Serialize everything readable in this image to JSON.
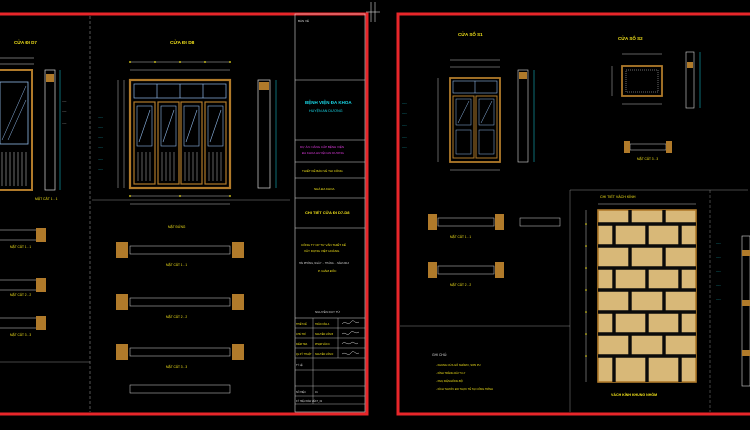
{
  "colors": {
    "background": "#000000",
    "sheet_border": "#e8262a",
    "line_white": "#d8d8d8",
    "line_yellow": "#f2e21a",
    "line_cyan": "#19d8e8",
    "line_green": "#3ce23c",
    "line_magenta": "#e23ce2",
    "frame_brown": "#b07a2a",
    "pale_blue": "#8fb8e8"
  },
  "sheet_left": {
    "elevation_a_title": "CỬA ĐI D7",
    "elevation_b_title": "CỬA ĐI D8",
    "section_labels": [
      "MẶT CẮT 1 - 1",
      "MẶT CẮT 1 - 1",
      "MẶT CẮT 2 - 2",
      "MẶT CẮT 3 - 3"
    ],
    "title_block": {
      "drawing_no": "BẢN VẼ",
      "project_line1": "BỆNH VIỆN ĐA KHOA",
      "project_line2": "HUYỆN AN DƯƠNG",
      "scope_line1": "DỰ ÁN: NÂNG CẤP BỆNH VIỆN",
      "scope_line2": "ĐA KHOA HUYỆN AN DƯƠNG",
      "phase": "THIẾT KẾ BẢN VẼ THI CÔNG",
      "item": "NHÀ ĐA KHOA",
      "sheet_title": "CHI TIẾT CỬA ĐI D7-D8",
      "company_line1": "CÔNG TY CP TƯ VẤN THIẾT KẾ",
      "company_line2": "XÂY DỰNG VIỆT HOÀNG",
      "place_date": "HẢI PHÒNG, NGÀY ... THÁNG ... NĂM 2013",
      "director": "P. GIÁM ĐỐC",
      "signer": "NGUYỄN DUY TỬ",
      "rows": [
        {
          "role": "THIẾT KẾ",
          "name": "TRẦN VĂN A"
        },
        {
          "role": "CHỦ TRÌ",
          "name": "NGUYỄN VĂN B"
        },
        {
          "role": "KIỂM TRA",
          "name": "PHẠM VĂN C"
        },
        {
          "role": "QL KỸ THUẬT",
          "name": "NGUYỄN VĂN D"
        }
      ],
      "scale_label": "TỶ LỆ",
      "scale_value": "",
      "sheet_no_label": "SỐ HIỆU",
      "sheet_no_value": "01",
      "sheet_code_label": "KÝ HIỆU BẢN VẼ",
      "sheet_code_value": "KT_32"
    }
  },
  "sheet_right": {
    "window_a_title": "CỬA SỔ S1",
    "window_b_title": "CỬA SỔ S2",
    "lattice_title": "CHI TIẾT VÁCH KÍNH",
    "lattice_caption": "VÁCH KÍNH KHUNG NHÔM",
    "section_labels": [
      "MẶT CẮT 1 - 1",
      "MẶT CẮT 2 - 2",
      "MẶT CẮT 3 - 3"
    ],
    "notes_heading": "GHI CHÚ:",
    "notes": [
      "- KHUNG CỬA GỖ NHÓM II, SƠN PU",
      "- KÍNH TRẮNG DÀY 5 LY",
      "- PHỤ KIỆN ĐỒNG BỘ",
      "- KÍCH THƯỚC ĐO THỰC TẾ TẠI CÔNG TRÌNH"
    ]
  }
}
